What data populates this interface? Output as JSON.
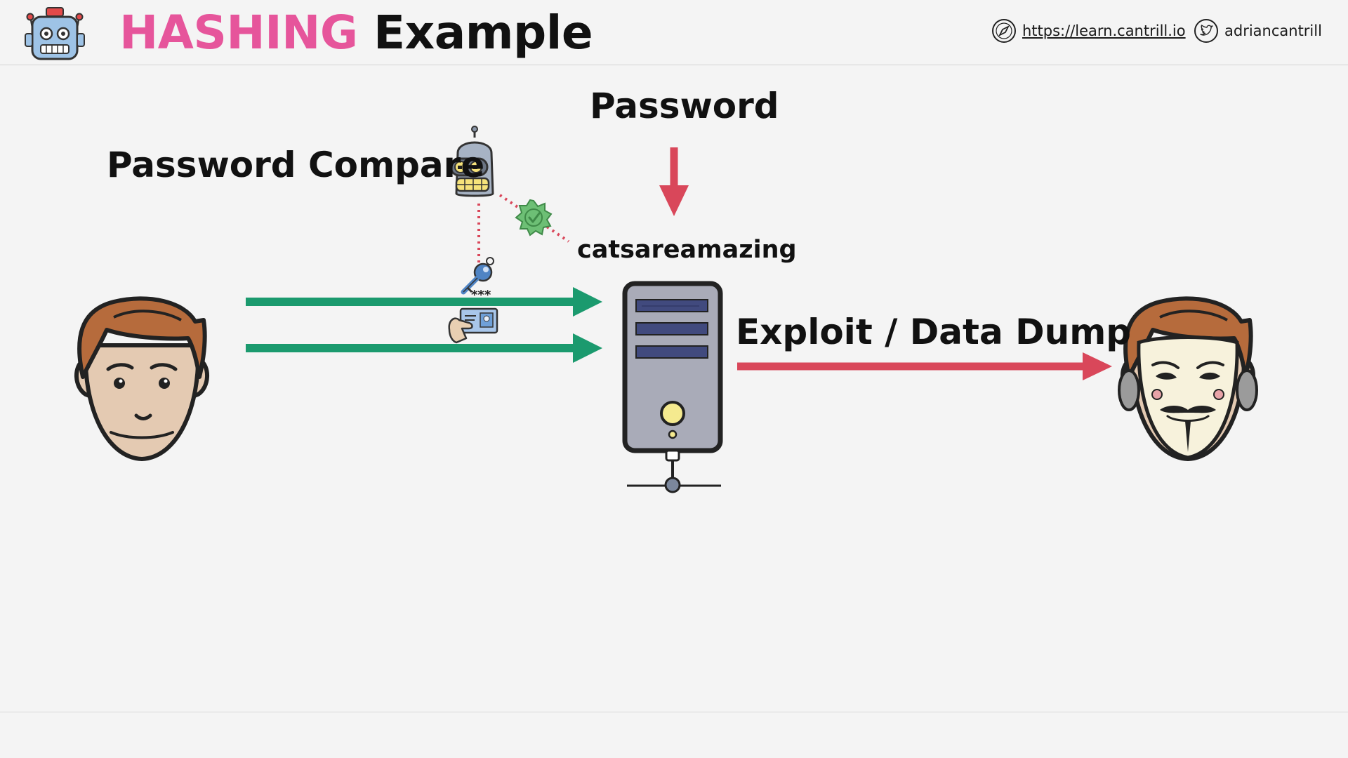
{
  "header": {
    "title_accent": "HASHING",
    "title_rest": "Example",
    "website": "https://learn.cantrill.io",
    "twitter": "adriancantrill",
    "icons": [
      "robot-logo-icon",
      "compass-icon",
      "twitter-bird-icon"
    ]
  },
  "diagram": {
    "password_compare_label": "Password Compare",
    "password_label": "Password",
    "password_value": "catsareamazing",
    "exploit_label": "Exploit / Data Dump",
    "key_caption": "***",
    "nodes": [
      "user-face-icon",
      "server-icon",
      "hacker-mask-icon",
      "bender-robot-icon",
      "verified-badge-icon",
      "key-icon",
      "id-card-icon"
    ],
    "colors": {
      "title_accent": "#e6559b",
      "green_arrow": "#1b9a6e",
      "red_arrow": "#d9475a",
      "server_body": "#a9abb8",
      "server_slot": "#414a7e"
    }
  }
}
